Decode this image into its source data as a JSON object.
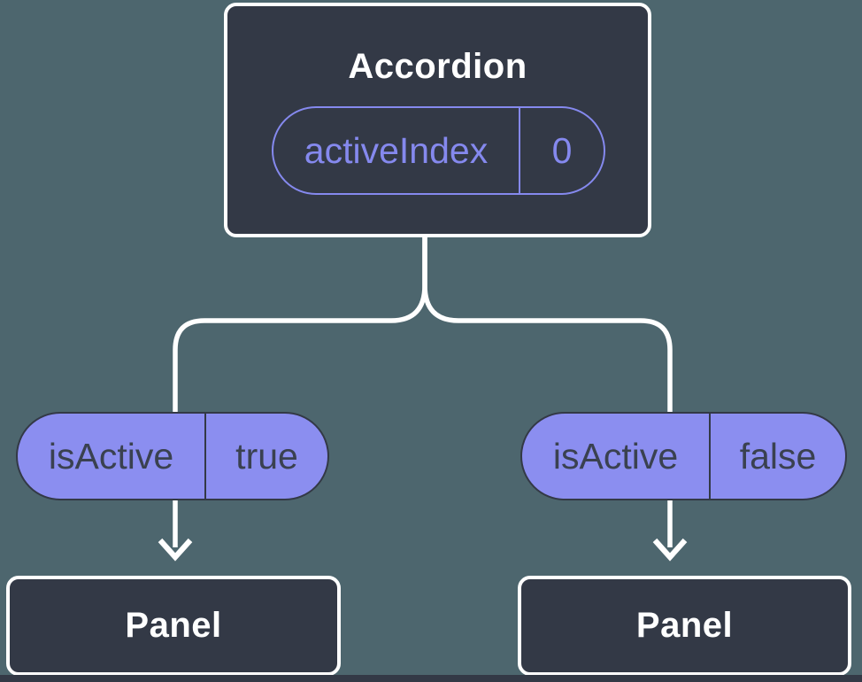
{
  "colors": {
    "background": "#4d666e",
    "node_fill": "#333946",
    "node_border": "#ffffff",
    "connector": "#ffffff",
    "accent_purple_outline": "#8589ee",
    "prop_pill_fill": "#8b8ef0",
    "prop_pill_text": "#3a4150"
  },
  "tree": {
    "root": {
      "title": "Accordion",
      "state_pill": {
        "name": "activeIndex",
        "value": "0"
      }
    },
    "edges": [
      {
        "prop_pill": {
          "name": "isActive",
          "value": "true"
        }
      },
      {
        "prop_pill": {
          "name": "isActive",
          "value": "false"
        }
      }
    ],
    "leaves": [
      {
        "title": "Panel"
      },
      {
        "title": "Panel"
      }
    ]
  }
}
